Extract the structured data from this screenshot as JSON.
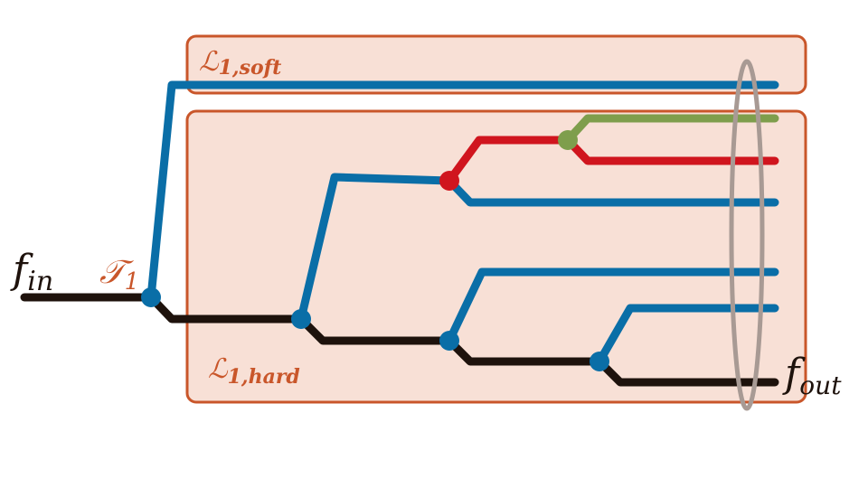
{
  "colors": {
    "box_fill": "#f8e0d6",
    "box_stroke": "#c9562a",
    "label_color": "#c9562a",
    "blue": "#0a6ea7",
    "black": "#1e120c",
    "red": "#d0151e",
    "green": "#7e9e4c",
    "ellipse": "#a89a94"
  },
  "labels": {
    "f_in": {
      "base": "f",
      "sub": "in"
    },
    "t1": {
      "base": "𝒯",
      "sub": "1"
    },
    "l1_soft": {
      "base": "ℒ",
      "sub": "1,soft"
    },
    "l1_hard": {
      "base": "ℒ",
      "sub": "1,hard"
    },
    "f_out": {
      "base": "f",
      "sub": "out"
    }
  }
}
